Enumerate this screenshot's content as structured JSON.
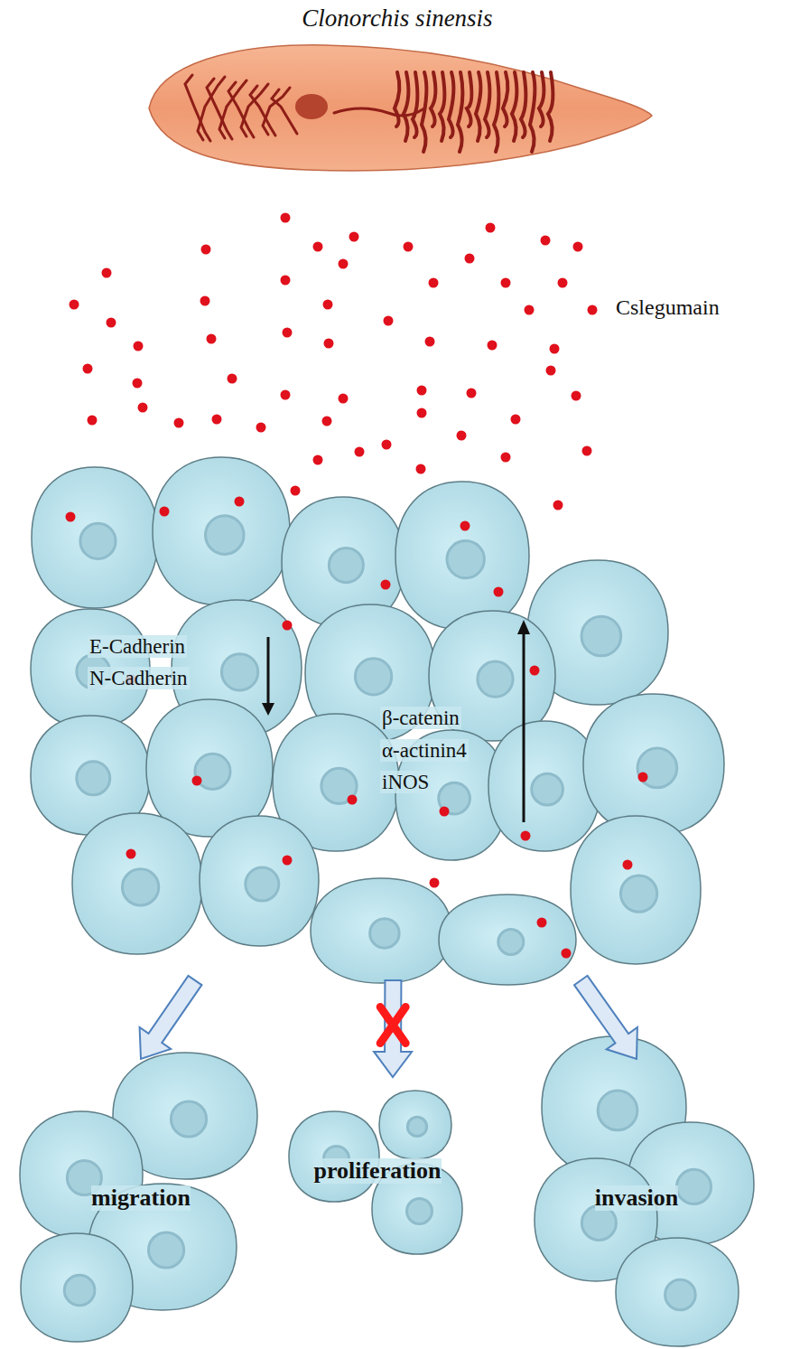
{
  "diagram": {
    "nodes": [
      {
        "text": [
          "Clonorchis sinensis"
        ]
      },
      {
        "text": [
          "E-Cadherin",
          "N-Cadherin",
          "β-catenin",
          "α-actinin4",
          "iNOS"
        ]
      },
      {
        "text": [
          "migration"
        ]
      },
      {
        "text": [
          "proliferation"
        ]
      },
      {
        "text": [
          "invasion"
        ]
      }
    ],
    "edges": [
      {
        "from": 1,
        "to": 2,
        "arrow": "to"
      },
      {
        "from": 1,
        "to": 3,
        "arrow": "to"
      },
      {
        "from": 1,
        "to": 4,
        "arrow": "to"
      }
    ],
    "labels": [
      "Cslegumain"
    ]
  }
}
